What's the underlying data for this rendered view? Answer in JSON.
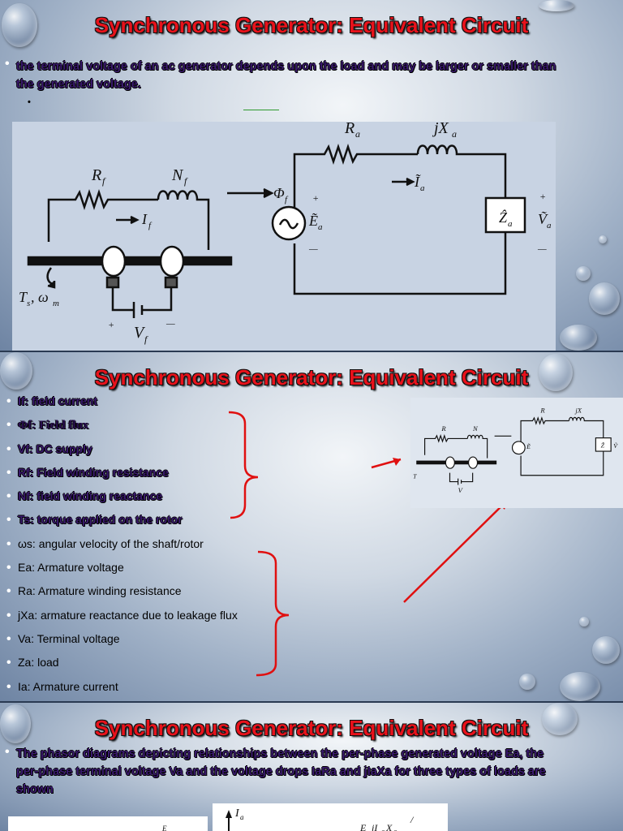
{
  "slides": [
    {
      "title": "Synchronous Generator: Equivalent Circuit",
      "bullets": [
        "the terminal voltage of an ac generator depends upon the load and may be larger or smaller than the generated voltage."
      ],
      "sub_bullet": "•",
      "circuit_labels": {
        "Rf": "R",
        "Rf_sub": "f",
        "Nf": "N",
        "Nf_sub": "f",
        "If": "I",
        "If_sub": "f",
        "phi": "Φ",
        "phi_sub": "f",
        "Ts": "T",
        "Ts_sub": "s",
        "wm": ", ω",
        "wm_sub": "m",
        "Vf": "V",
        "Vf_sub": "f",
        "Ra": "R",
        "Ra_sub": "a",
        "jXa": "jX",
        "jXa_sub": "a",
        "Ia": "Ĩ",
        "Ia_sub": "a",
        "Ea": "Ẽ",
        "Ea_sub": "a",
        "Za": "Ẑ",
        "Za_sub": "a",
        "Va": "Ṽ",
        "Va_sub": "a",
        "plus": "+",
        "minus": "—"
      }
    },
    {
      "title": "Synchronous Generator: Equivalent Circuit",
      "list": [
        {
          "text": "If: field current",
          "style": "b"
        },
        {
          "text": "Φf: Field flux",
          "style": "f"
        },
        {
          "text": "Vf: DC supply",
          "style": "b"
        },
        {
          "text": "Rf: Field winding resistance",
          "style": "b"
        },
        {
          "text": "Nf: field winding reactance",
          "style": "b"
        },
        {
          "text": "Ts: torque applied on the rotor",
          "style": "b"
        },
        {
          "text": "ωs: angular velocity of the shaft/rotor",
          "style": "n"
        },
        {
          "text": "Ea: Armature voltage",
          "style": "n"
        },
        {
          "text": "Ra: Armature winding resistance",
          "style": "n"
        },
        {
          "text": "jXa: armature reactance due to leakage flux",
          "style": "n"
        },
        {
          "text": "Va: Terminal voltage",
          "style": "n"
        },
        {
          "text": "Za: load",
          "style": "n"
        },
        {
          "text": "Ia: Armature current",
          "style": "n"
        }
      ]
    },
    {
      "title": "Synchronous Generator: Equivalent Circuit",
      "bullets": [
        "The phasor diagrams depicting relationships between the per-phase generated voltage Ea, the per-phase terminal voltage Va and the voltage drops IaRa and jIaXa for three types of loads are shown"
      ],
      "phasor_labels": {
        "Ia": "I",
        "Ia_sub": "a",
        "Ea_frag": "E",
        "drop_frag": "jI",
        "drop_sub": "a",
        "X": "X",
        "X_sub": "a",
        "edge_frag": "E",
        "slash": "/"
      }
    }
  ],
  "colors": {
    "title": "#e8121b",
    "bold_text": "#3a1a6e",
    "arrow": "#e01010",
    "diagram_bg": "#c8d3e3"
  }
}
